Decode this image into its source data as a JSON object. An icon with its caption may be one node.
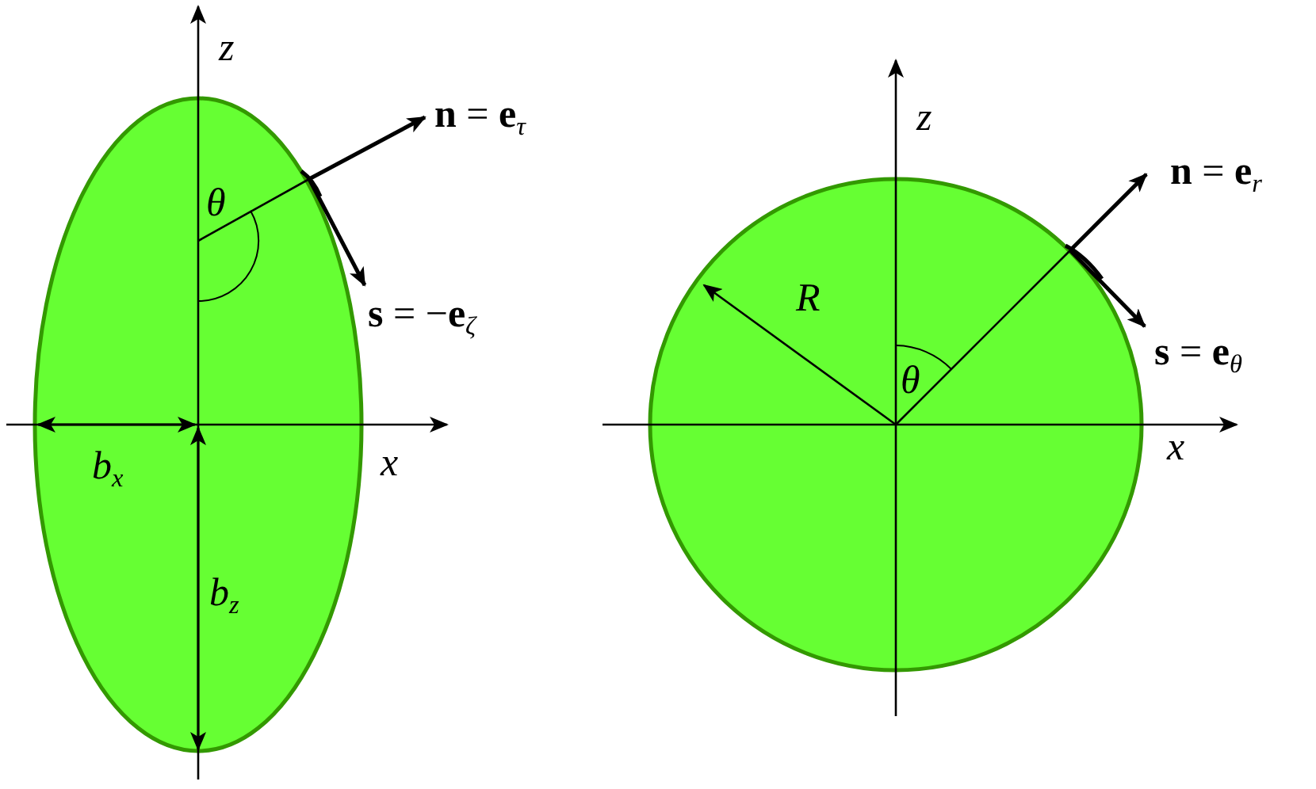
{
  "diagram": {
    "labels": [
      "z",
      "**n** = **e**$_{τ}$",
      "θ",
      "**s** = −**e**$_{ζ}$",
      "b$_{x}$",
      "x",
      "b$_{z}$",
      "z",
      "**n** = **e**$_{r}$",
      "R",
      "θ",
      "**s** = **e**$_{θ}$",
      "x"
    ]
  }
}
